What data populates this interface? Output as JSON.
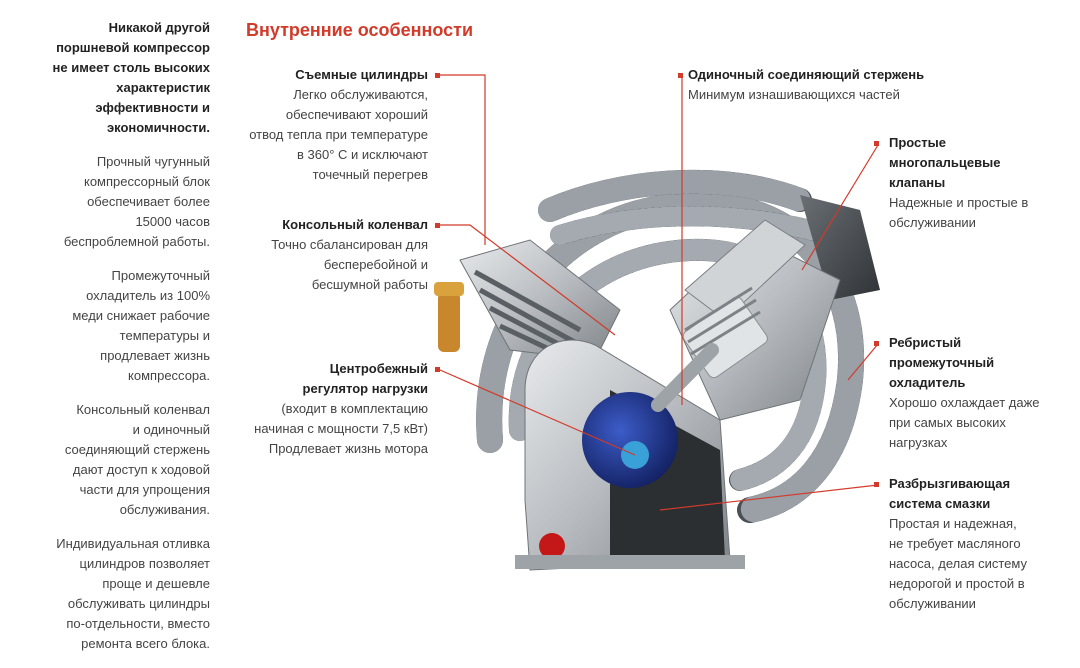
{
  "left": {
    "lead": [
      "Никакой другой",
      "поршневой компрессор",
      "не имеет столь высоких",
      "характеристик",
      "эффективности и",
      "экономичности."
    ],
    "paragraphs": [
      [
        "Прочный чугунный",
        "компрессорный блок",
        "обеспечивает более",
        "15000 часов",
        "беспроблемной работы."
      ],
      [
        "Промежуточный",
        "охладитель из 100%",
        "меди снижает рабочие",
        "температуры и",
        "продлевает жизнь",
        "компрессора."
      ],
      [
        "Консольный коленвал",
        "и одиночный",
        "соединяющий стержень",
        "дают доступ к ходовой",
        "части для упрощения",
        "обслуживания."
      ],
      [
        "Индивидуальная отливка",
        "цилиндров позволяет",
        "проще и дешевле",
        "обслуживать цилиндры",
        "по-отдельности, вместо",
        "ремонта всего блока."
      ]
    ]
  },
  "section_title": "Внутренние особенности",
  "features": {
    "cylinders": {
      "title": [
        "Съемные цилиндры"
      ],
      "desc": [
        "Легко обслуживаются,",
        "обеспечивают хороший",
        "отвод тепла при температуре",
        "в 360° С и исключают",
        "точечный перегрев"
      ]
    },
    "crankshaft": {
      "title": [
        "Консольный коленвал"
      ],
      "desc": [
        "Точно сбалансирован для",
        "бесперебойной и",
        "бесшумной работы"
      ]
    },
    "regulator": {
      "title": [
        "Центробежный",
        "регулятор нагрузки"
      ],
      "desc": [
        "(входит в комплектацию",
        "начиная с мощности 7,5 кВт)",
        "Продлевает жизнь мотора"
      ]
    },
    "rod": {
      "title": [
        "Одиночный соединяющий стержень"
      ],
      "desc": [
        "Минимум изнашивающихся частей"
      ]
    },
    "valves": {
      "title": [
        "Простые",
        "многопальцевые",
        "клапаны"
      ],
      "desc": [
        "Надежные и простые в",
        "обслуживании"
      ]
    },
    "cooler": {
      "title": [
        "Ребристый",
        "промежуточный",
        "охладитель"
      ],
      "desc": [
        "Хорошо охлаждает даже",
        "при самых высоких",
        "нагрузках"
      ]
    },
    "lubrication": {
      "title": [
        "Разбрызгивающая",
        "система смазки"
      ],
      "desc": [
        "Простая и надежная,",
        "не требует масляного",
        "насоса, делая систему",
        "недорогой и простой в",
        "обслуживании"
      ]
    }
  },
  "colors": {
    "accent": "#d23a2a"
  }
}
